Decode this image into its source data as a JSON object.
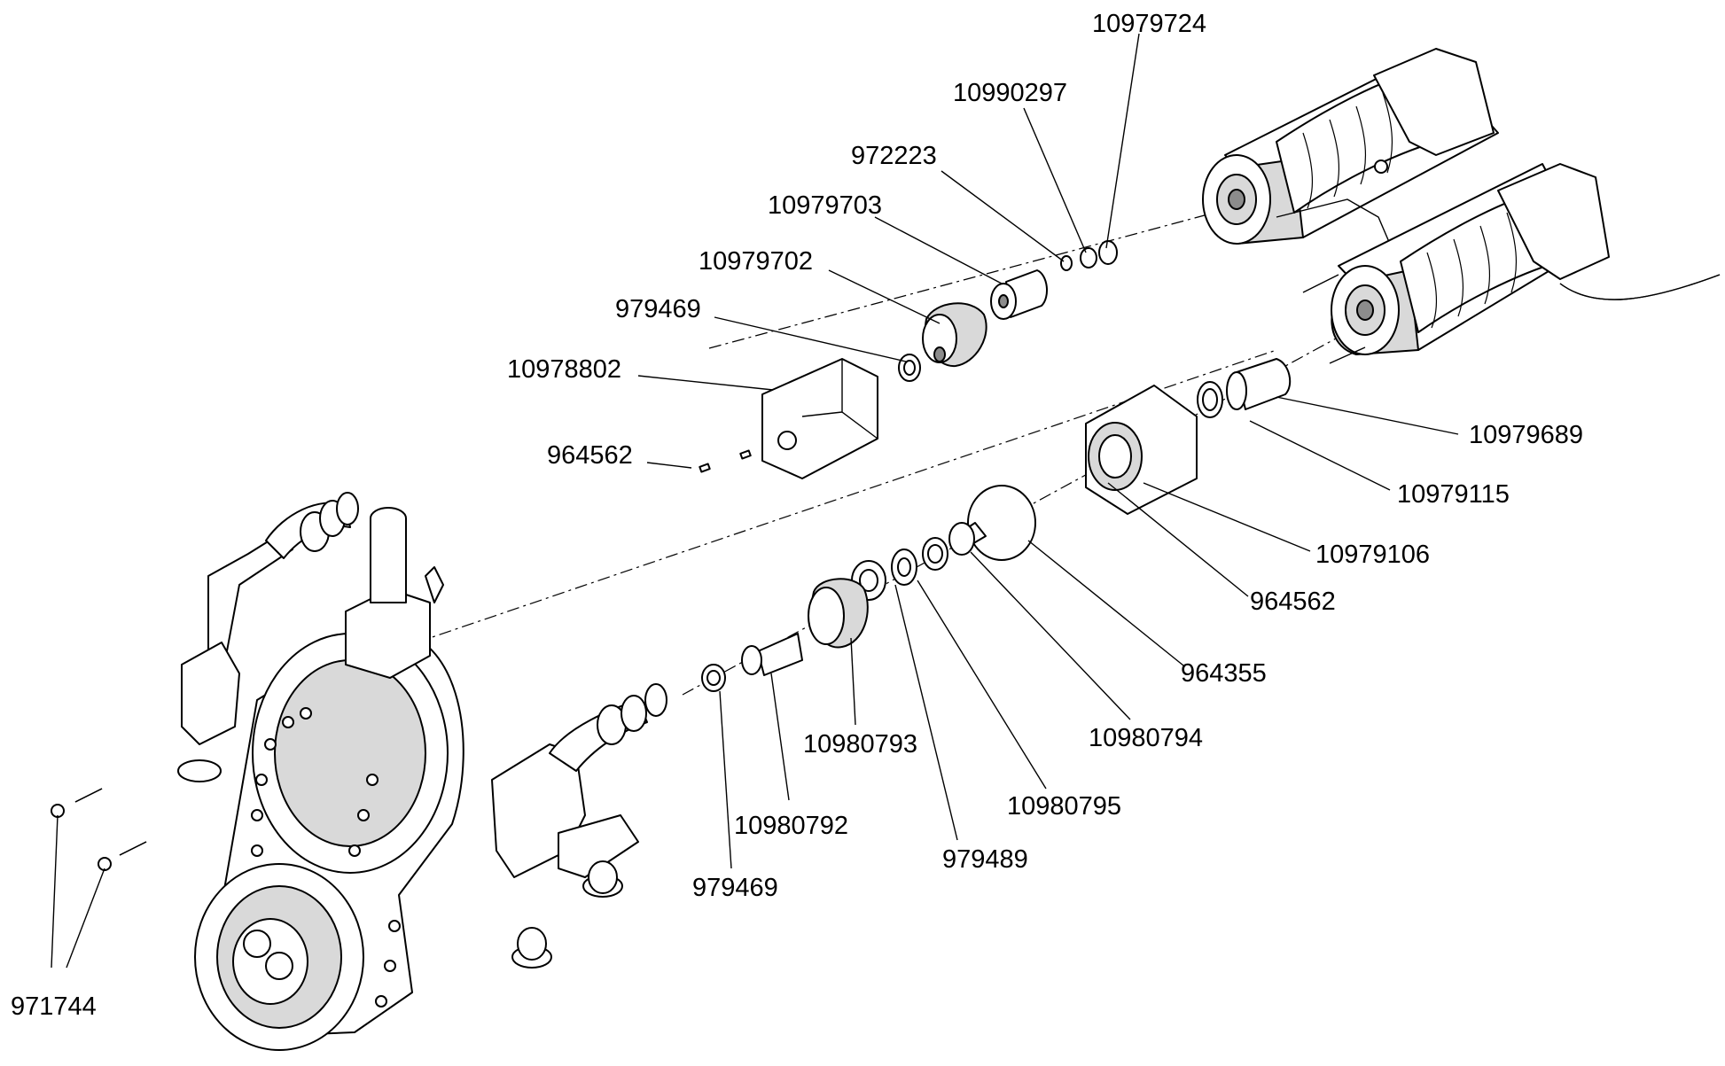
{
  "labels": [
    {
      "id": "l_10979724",
      "text": "10979724"
    },
    {
      "id": "l_10990297",
      "text": "10990297"
    },
    {
      "id": "l_972223",
      "text": "972223"
    },
    {
      "id": "l_10979703",
      "text": "10979703"
    },
    {
      "id": "l_10979702",
      "text": "10979702"
    },
    {
      "id": "l_979469_top",
      "text": "979469"
    },
    {
      "id": "l_10978802",
      "text": "10978802"
    },
    {
      "id": "l_964562_top",
      "text": "964562"
    },
    {
      "id": "l_10979689",
      "text": "10979689"
    },
    {
      "id": "l_10979115",
      "text": "10979115"
    },
    {
      "id": "l_10979106",
      "text": "10979106"
    },
    {
      "id": "l_964562_mid",
      "text": "964562"
    },
    {
      "id": "l_964355",
      "text": "964355"
    },
    {
      "id": "l_10980794",
      "text": "10980794"
    },
    {
      "id": "l_10980793",
      "text": "10980793"
    },
    {
      "id": "l_10980795",
      "text": "10980795"
    },
    {
      "id": "l_10980792",
      "text": "10980792"
    },
    {
      "id": "l_979489",
      "text": "979489"
    },
    {
      "id": "l_979469_bot",
      "text": "979469"
    },
    {
      "id": "l_971744",
      "text": "971744"
    }
  ]
}
